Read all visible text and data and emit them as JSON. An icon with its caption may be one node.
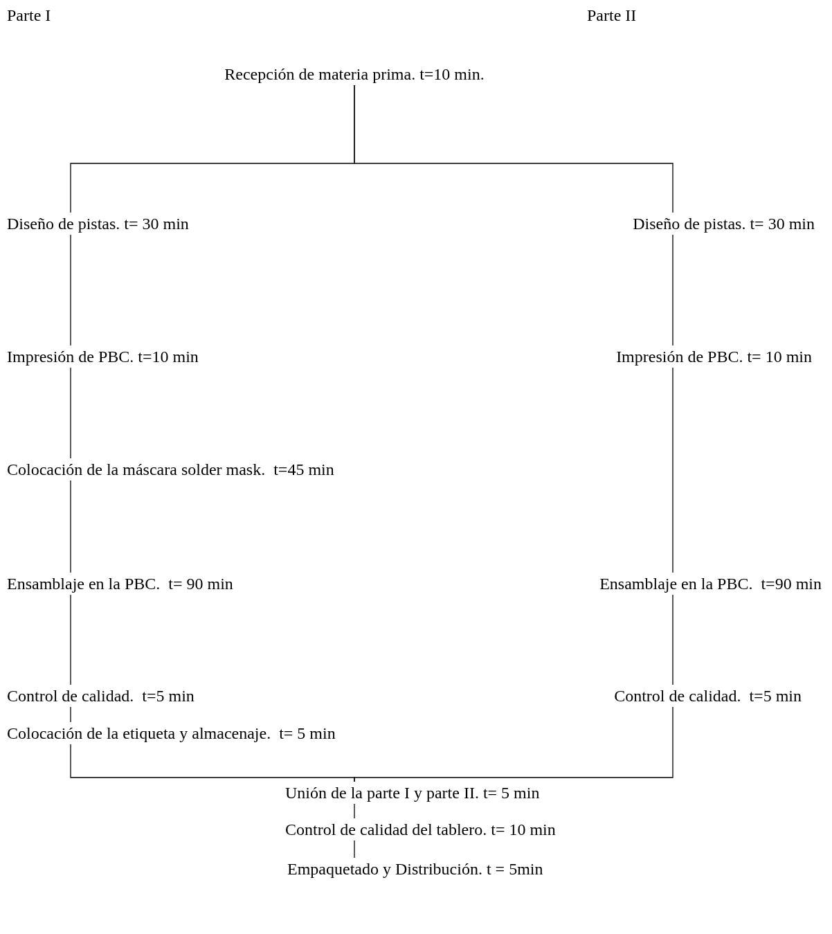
{
  "diagram": {
    "nodes": [
      {
        "text": [
          "Recepción de materia prima. t=10 min."
        ]
      },
      {
        "text": [
          "Diseño de pistas. t= 30 min"
        ]
      },
      {
        "text": [
          "Diseño de pistas. t= 30 min"
        ]
      },
      {
        "text": [
          "Impresión de PBC. t=10 min"
        ]
      },
      {
        "text": [
          "Impresión de PBC. t= 10 min"
        ]
      },
      {
        "text": [
          "Colocación de la máscara solder mask.  t=45 min"
        ]
      },
      {
        "text": [
          "Ensamblaje en la PBC.  t= 90 min"
        ]
      },
      {
        "text": [
          "Ensamblaje en la PBC.  t=90 min"
        ]
      },
      {
        "text": [
          "Control de calidad.  t=5 min"
        ]
      },
      {
        "text": [
          "Control de calidad.  t=5 min"
        ]
      },
      {
        "text": [
          "Colocación de la etiqueta y almacenaje.  t= 5 min"
        ]
      },
      {
        "text": [
          "Unión de la parte I y parte II. t= 5 min"
        ]
      },
      {
        "text": [
          "Control de calidad del tablero. t= 10 min"
        ]
      },
      {
        "text": [
          "Empaquetado y Distribución. t = 5min"
        ]
      }
    ],
    "edges": [
      {
        "from": 0,
        "to": 1,
        "arrow": "none"
      },
      {
        "from": 0,
        "to": 2,
        "arrow": "none"
      },
      {
        "from": 1,
        "to": 3,
        "arrow": "none"
      },
      {
        "from": 3,
        "to": 5,
        "arrow": "none"
      },
      {
        "from": 5,
        "to": 6,
        "arrow": "none"
      },
      {
        "from": 6,
        "to": 8,
        "arrow": "none"
      },
      {
        "from": 8,
        "to": 10,
        "arrow": "none"
      },
      {
        "from": 2,
        "to": 4,
        "arrow": "none"
      },
      {
        "from": 4,
        "to": 7,
        "arrow": "none"
      },
      {
        "from": 7,
        "to": 9,
        "arrow": "none"
      },
      {
        "from": 10,
        "to": 11,
        "arrow": "none"
      },
      {
        "from": 9,
        "to": 11,
        "arrow": "none"
      },
      {
        "from": 11,
        "to": 12,
        "arrow": "none"
      },
      {
        "from": 12,
        "to": 13,
        "arrow": "none"
      }
    ],
    "labels": [
      "Parte I",
      "Parte II"
    ]
  }
}
